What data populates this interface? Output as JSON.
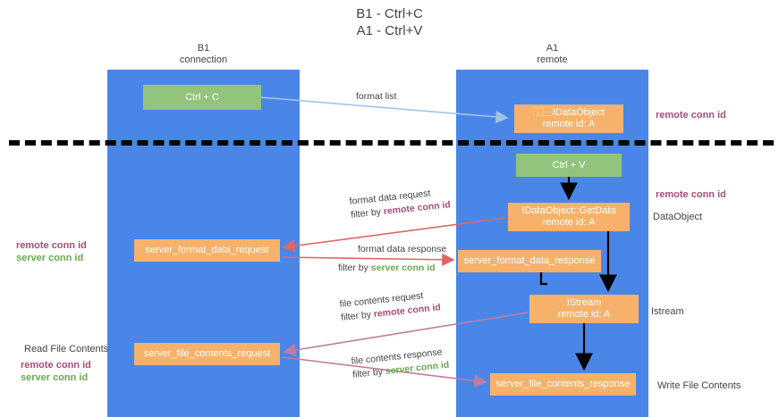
{
  "title": "B1 - Ctrl+C\nA1 - Ctrl+V",
  "lanes": [
    {
      "key": "b1",
      "header": "B1\nconnection"
    },
    {
      "key": "a1",
      "header": "A1\nremote"
    }
  ],
  "nodes": {
    "ctrl_c": "Ctrl + C",
    "idataobject": "⿰⿱IDataObject\nremote id: A",
    "ctrl_v": "Ctrl + V",
    "getdata": "IDataObject::GetData\nremote id: A",
    "server_format_data_request": "server_format_data_request",
    "server_format_data_response": "server_format_data_response",
    "istream": "IStream\nremote id: A",
    "server_file_contents_request": "server_file_contents_request",
    "server_file_contents_response": "server_file_contents_response"
  },
  "annotations": {
    "remote_conn_id_1": "remote conn id",
    "remote_conn_id_2": "remote conn id",
    "dataobject": "DataObject",
    "istream": "Istream",
    "write_file_contents": "Write File Contents",
    "read_file_contents": "Read File Contents",
    "left_remote_conn_id": "remote conn id",
    "left_server_conn_id": "server conn id",
    "left2_remote_conn_id": "remote conn id",
    "left2_server_conn_id": "server conn id"
  },
  "edges": {
    "format_list": "format list",
    "format_data_request": "format data request",
    "format_data_request_filter_prefix": "filter by ",
    "format_data_request_filter_value": "remote conn id",
    "format_data_response": "format data response",
    "format_data_response_filter_prefix": "filter by ",
    "format_data_response_filter_value": "server conn id",
    "file_contents_request": "file contents request",
    "file_contents_request_filter_prefix": "filter by ",
    "file_contents_request_filter_value": "remote conn id",
    "file_contents_response": "file contents response",
    "file_contents_response_filter_prefix": "filter by ",
    "file_contents_response_filter_value": "server conn id"
  },
  "colors": {
    "lane": "#4a86e8",
    "green_node": "#93c47d",
    "orange_node": "#f6b26b",
    "purple_text": "#a64d79",
    "green_text": "#6aa84f",
    "format_list_arrow": "#9fc5e8",
    "format_data_arrow": "#e06666",
    "file_contents_arrow": "#c27ba0",
    "black_arrow": "#000000",
    "divider": "#000000"
  }
}
